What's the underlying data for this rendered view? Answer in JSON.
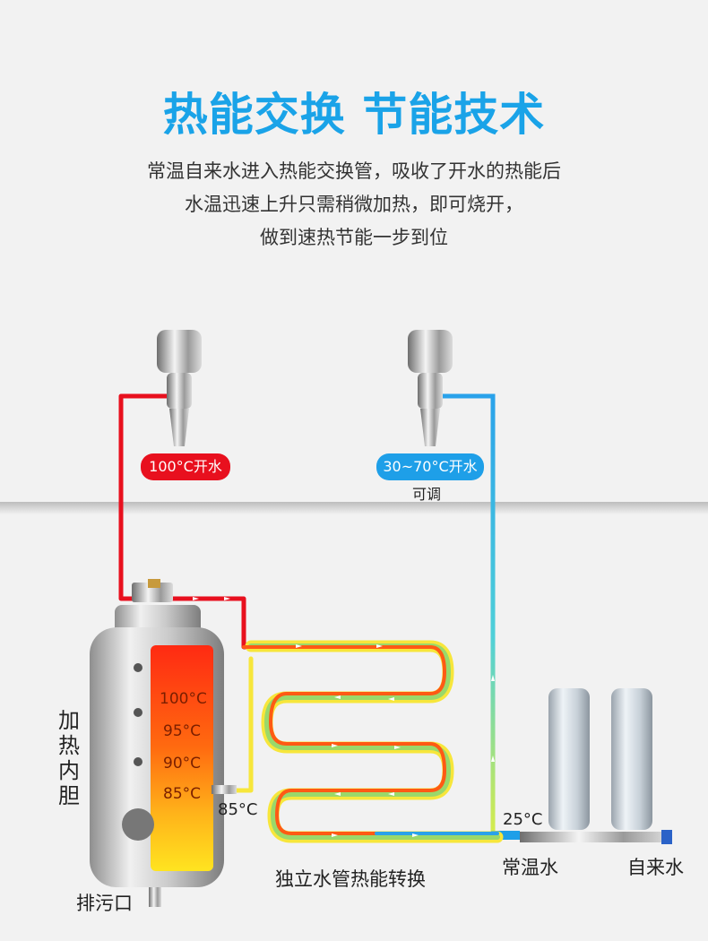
{
  "title": "热能交换 节能技术",
  "description": [
    "常温自来水进入热能交换管，吸收了开水的热能后",
    "水温迅速上升只需稍微加热，即可烧开，",
    "做到速热节能一步到位"
  ],
  "faucet_left": {
    "label": "100°C开水",
    "color": "#e8101e"
  },
  "faucet_right": {
    "label": "30~70°C开水",
    "sublabel": "可调",
    "color": "#1e9fe8"
  },
  "tank": {
    "label": "加热内胆",
    "levels": [
      "100°C",
      "95°C",
      "90°C",
      "85°C"
    ],
    "outlet_temp": "85°C",
    "drain_label": "排污口"
  },
  "exchanger_label": "独立水管热能转换",
  "inlet": {
    "temp": "25°C",
    "room_water_label": "常温水",
    "tap_water_label": "自来水"
  }
}
